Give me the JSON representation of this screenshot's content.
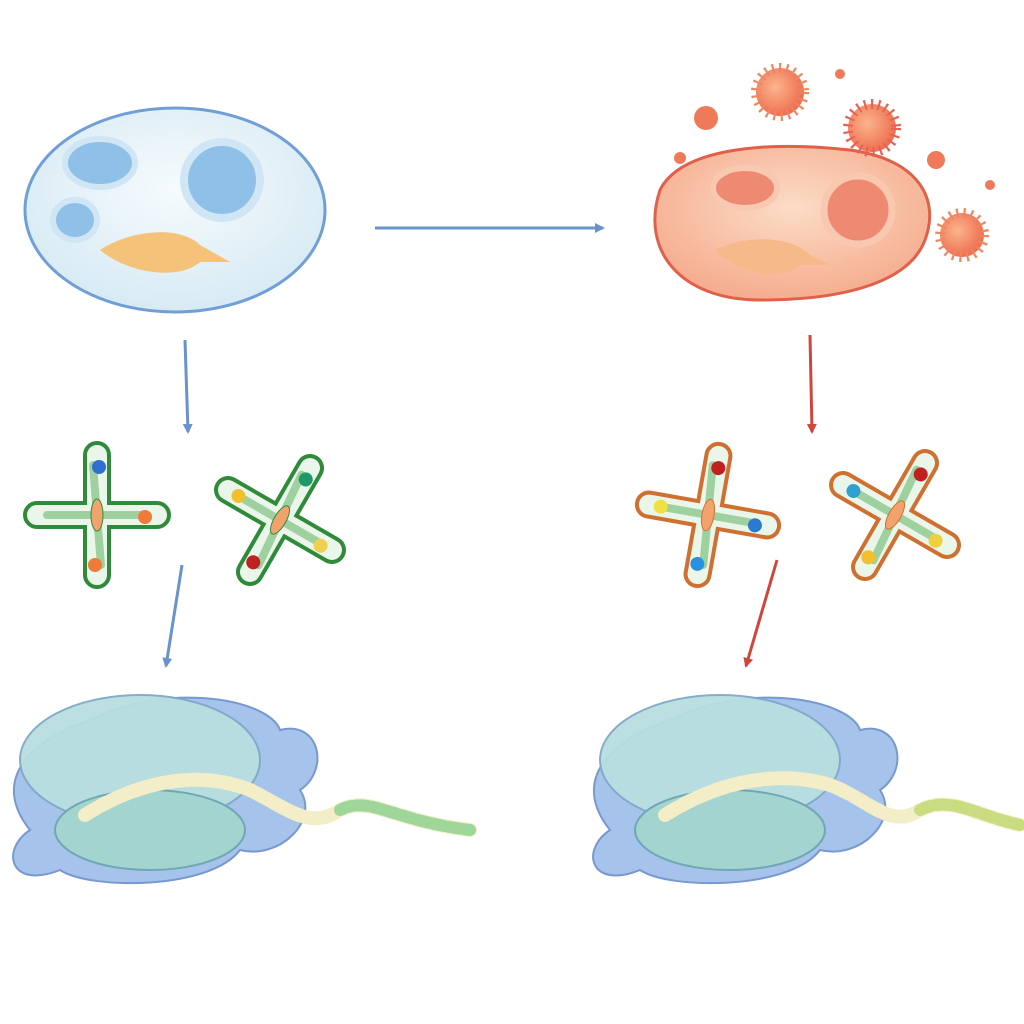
{
  "colors": {
    "healthy_cell_fill": "#e6f2f8",
    "healthy_cell_outline": "#6f9fd6",
    "healthy_arrow": "#6a93cc",
    "infected_cell_fill": "#f9c9ad",
    "infected_cell_outline": "#e0604a",
    "infected_arrow": "#d0463a",
    "virus": "#f0855e",
    "ribosome_small": "#a9d8d6",
    "ribosome_large": "#9ab8e6",
    "chain_bead": "#f3eec8",
    "chain_tail": "#9fd69a"
  },
  "icons": [
    "healthy-cell",
    "infected-cell",
    "virus",
    "chromosome",
    "ribosome",
    "peptide-chain",
    "arrow"
  ]
}
